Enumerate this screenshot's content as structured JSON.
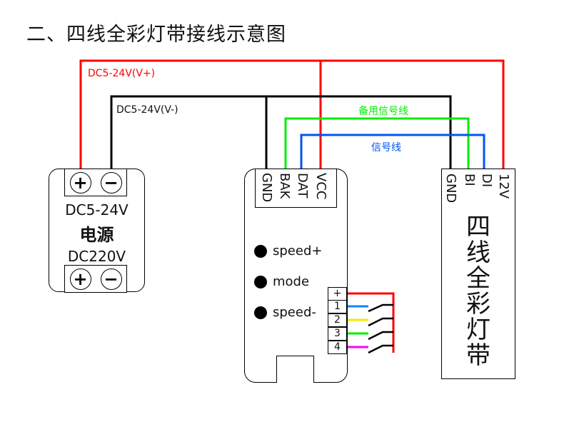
{
  "title": "二、四线全彩灯带接线示意图",
  "wire_labels": {
    "vplus": "DC5-24V(V+)",
    "vminus": "DC5-24V(V-)",
    "backup_signal": "备用信号线",
    "signal": "信号线"
  },
  "power_supply": {
    "output_voltage": "DC5-24V",
    "name": "电源",
    "input_voltage": "DC220V",
    "output_terminals": [
      "+",
      "−"
    ],
    "input_terminals": [
      "+",
      "−"
    ]
  },
  "controller": {
    "pins_top": [
      "GND",
      "BAK",
      "DAT",
      "VCC"
    ],
    "buttons": [
      {
        "label": "speed+"
      },
      {
        "label": "mode"
      },
      {
        "label": "speed-"
      }
    ],
    "switch_pins": [
      "+",
      "1",
      "2",
      "3",
      "4"
    ]
  },
  "led_strip": {
    "pins": [
      "GND",
      "BI",
      "DI",
      "12V"
    ],
    "name": "四线全彩灯带"
  },
  "colors": {
    "vplus": "#ff0000",
    "vminus": "#000000",
    "backup_signal": "#00ee00",
    "signal": "#0055ee",
    "switch_1": "#0088ff",
    "switch_2": "#eeee00",
    "switch_3": "#00ee00",
    "switch_4": "#ff00ff"
  }
}
